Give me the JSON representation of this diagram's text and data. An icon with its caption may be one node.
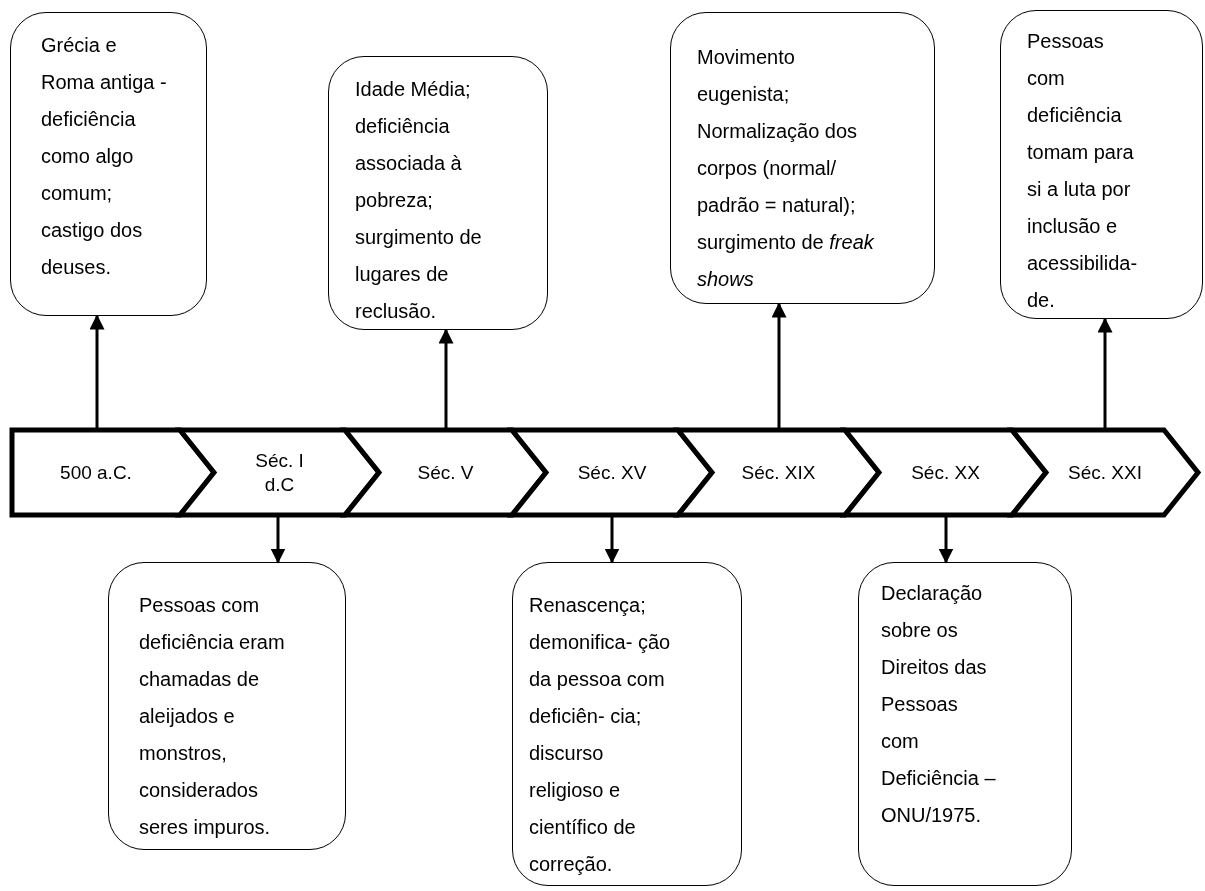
{
  "diagram": {
    "nodes": [
      {
        "text": [
          "Grécia e Roma antiga - deficiência como algo comum; castigo dos deuses."
        ]
      },
      {
        "text": [
          "Idade Média; deficiência associada à pobreza; surgimento de lugares de reclusão."
        ]
      },
      {
        "text": [
          " Movimento eugenista; Normalização dos corpos (normal/ padrão = natural); surgimento de *freak shows*"
        ]
      },
      {
        "text": [
          "Pessoas com deficiência tomam para si a luta por inclusão e acessibilida- de."
        ]
      },
      {
        "text": [
          "500 a.C."
        ]
      },
      {
        "text": [
          "Séc. I d.C"
        ]
      },
      {
        "text": [
          "Séc. V"
        ]
      },
      {
        "text": [
          "Séc. XV"
        ]
      },
      {
        "text": [
          "Séc. XIX"
        ]
      },
      {
        "text": [
          "Séc. XX"
        ]
      },
      {
        "text": [
          "Séc. XXI"
        ]
      },
      {
        "text": [
          "Pessoas com deficiência eram chamadas de aleijados e monstros, considerados seres impuros."
        ]
      },
      {
        "text": [
          "Renascença; demonifica- ção da pessoa com deficiên- cia; discurso religioso e científico de correção."
        ]
      },
      {
        "text": [
          "Declaração sobre os Direitos das Pessoas com Deficiência –ONU/1975."
        ]
      }
    ],
    "edges": [
      {
        "from": 4,
        "to": 0,
        "arrow": "to"
      },
      {
        "from": 5,
        "to": 11,
        "arrow": "to"
      },
      {
        "from": 6,
        "to": 1,
        "arrow": "to"
      },
      {
        "from": 7,
        "to": 12,
        "arrow": "to"
      },
      {
        "from": 8,
        "to": 2,
        "arrow": "to"
      },
      {
        "from": 9,
        "to": 13,
        "arrow": "to"
      },
      {
        "from": 10,
        "to": 3,
        "arrow": "to"
      }
    ]
  }
}
